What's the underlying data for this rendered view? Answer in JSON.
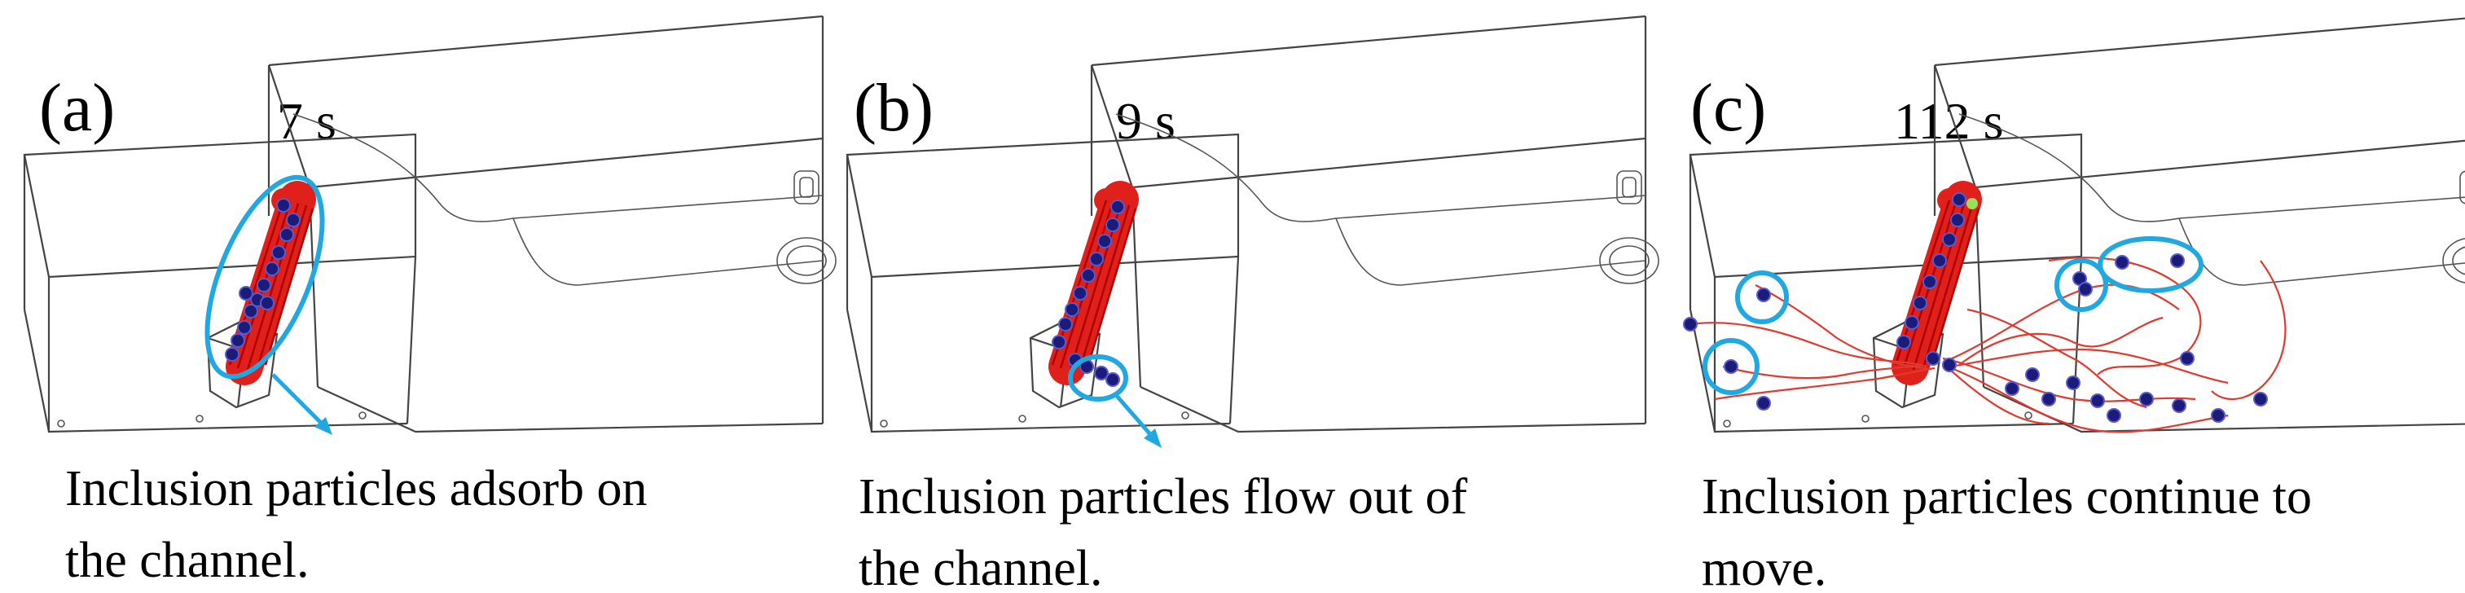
{
  "panels": [
    {
      "letter": "(a)",
      "time": "7 s",
      "caption_line1": "Inclusion particles adsorb on",
      "caption_line2": "the channel."
    },
    {
      "letter": "(b)",
      "time": "9 s",
      "caption_line1": "Inclusion particles flow out of",
      "caption_line2": "the channel."
    },
    {
      "letter": "(c)",
      "time": "112 s",
      "caption_line1": "Inclusion particles continue to",
      "caption_line2": "move."
    }
  ],
  "colors": {
    "channel": "#e0201a",
    "particle": "#1b1b7a",
    "highlight": "#22a8e0",
    "trajectory": "#e03a30"
  }
}
